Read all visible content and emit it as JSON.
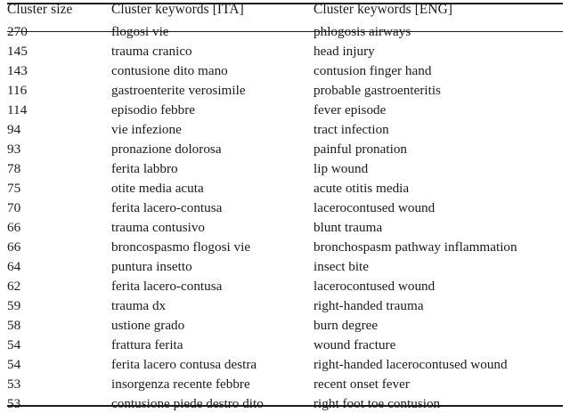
{
  "table": {
    "columns": [
      {
        "key": "size",
        "label": "Cluster size"
      },
      {
        "key": "ita",
        "label": "Cluster keywords [ITA]"
      },
      {
        "key": "eng",
        "label": "Cluster keywords [ENG]"
      }
    ],
    "rows": [
      {
        "size": "270",
        "ita": "flogosi vie",
        "eng": "phlogosis airways"
      },
      {
        "size": "145",
        "ita": "trauma cranico",
        "eng": "head injury"
      },
      {
        "size": "143",
        "ita": "contusione dito mano",
        "eng": "contusion finger hand"
      },
      {
        "size": "116",
        "ita": "gastroenterite verosimile",
        "eng": "probable gastroenteritis"
      },
      {
        "size": "114",
        "ita": "episodio febbre",
        "eng": "fever episode"
      },
      {
        "size": "94",
        "ita": "vie infezione",
        "eng": "tract infection"
      },
      {
        "size": "93",
        "ita": "pronazione dolorosa",
        "eng": "painful pronation"
      },
      {
        "size": "78",
        "ita": "ferita labbro",
        "eng": "lip wound"
      },
      {
        "size": "75",
        "ita": "otite media acuta",
        "eng": "acute otitis media"
      },
      {
        "size": "70",
        "ita": "ferita lacero-contusa",
        "eng": "lacerocontused wound"
      },
      {
        "size": "66",
        "ita": "trauma contusivo",
        "eng": "blunt trauma"
      },
      {
        "size": "66",
        "ita": "broncospasmo flogosi vie",
        "eng": "bronchospasm pathway inflammation"
      },
      {
        "size": "64",
        "ita": "puntura insetto",
        "eng": "insect bite"
      },
      {
        "size": "62",
        "ita": "ferita lacero-contusa",
        "eng": "lacerocontused wound"
      },
      {
        "size": "59",
        "ita": "trauma dx",
        "eng": "right-handed trauma"
      },
      {
        "size": "58",
        "ita": "ustione grado",
        "eng": "burn degree"
      },
      {
        "size": "54",
        "ita": "frattura ferita",
        "eng": "wound fracture"
      },
      {
        "size": "54",
        "ita": "ferita lacero contusa destra",
        "eng": "right-handed lacerocontused wound"
      },
      {
        "size": "53",
        "ita": "insorgenza recente febbre",
        "eng": "recent onset fever"
      },
      {
        "size": "53",
        "ita": "contusione piede destro dito",
        "eng": "right foot toe contusion"
      }
    ]
  }
}
